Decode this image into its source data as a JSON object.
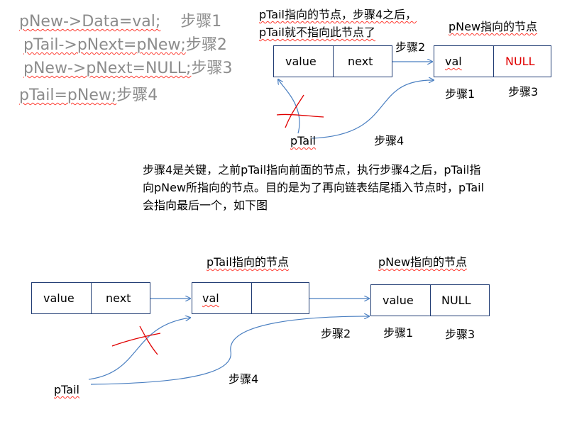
{
  "code_lines": [
    {
      "code": "pNew->Data=val;",
      "step": "步骤1"
    },
    {
      "code": "pTail->pNext=pNew;",
      "step": "步骤2"
    },
    {
      "code": "pNew->pNext=NULL;",
      "step": "步骤3"
    },
    {
      "code": "pTail=pNew;",
      "step": "步骤4"
    }
  ],
  "top_diagram": {
    "ptail_note_line1": "pTail指向的节点，步骤4之后，",
    "ptail_note_line2": "pTail就不指向此节点了",
    "pnew_label": "pNew指向的节点",
    "node_a": {
      "left": "value",
      "right": "next"
    },
    "node_b": {
      "left": "val",
      "right": "NULL"
    },
    "step2": "步骤2",
    "step1": "步骤1",
    "step3": "步骤3",
    "step4": "步骤4",
    "ptail": "pTail"
  },
  "explanation": {
    "line1": "步骤4是关键，之前pTail指向前面的节点，执行步骤4之后，pTail指",
    "line2": "向pNew所指向的节点。目的是为了再向链表结尾插入节点时，pTail",
    "line3": "会指向最后一个，如下图"
  },
  "bottom_diagram": {
    "ptail_label": "pTail指向的节点",
    "pnew_label": "pNew指向的节点",
    "node_a": {
      "left": "value",
      "right": "next"
    },
    "node_b": {
      "left": "val",
      "right": ""
    },
    "node_c": {
      "left": "value",
      "right": "NULL"
    },
    "step2": "步骤2",
    "step1": "步骤1",
    "step3": "步骤3",
    "step4": "步骤4",
    "ptail": "pTail"
  },
  "colors": {
    "box_border": "#1f3b73",
    "arrow": "#4a7fc1",
    "cross": "#e00000",
    "null_text": "#e00000",
    "code_text": "#8c8c8c"
  }
}
